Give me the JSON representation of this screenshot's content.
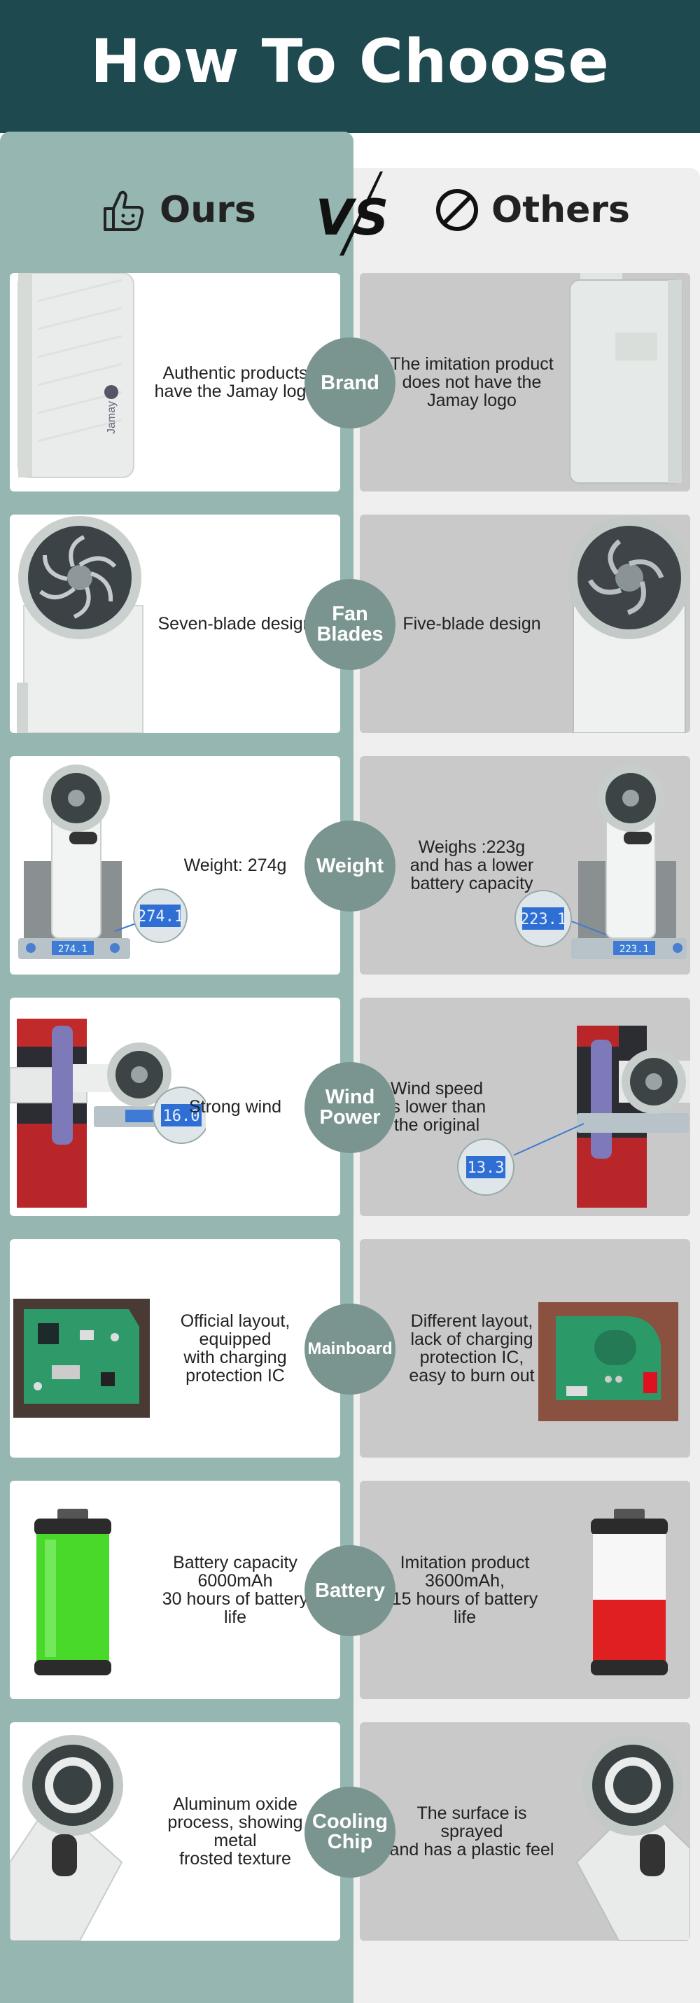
{
  "title": "How To Choose",
  "columns": {
    "ours": "Ours",
    "others": "Others",
    "vs": "VS"
  },
  "rows": [
    {
      "feature": "Brand",
      "ours": "Authentic products\nhave the Jamay logo",
      "others": "The imitation product\ndoes not have the\nJamay logo",
      "logo_text": "Jamay"
    },
    {
      "feature": "Fan\nBlades",
      "ours": "Seven-blade design",
      "others": "Five-blade design"
    },
    {
      "feature": "Weight",
      "ours": "Weight: 274g",
      "others": "Weighs :223g\nand has a lower\nbattery capacity",
      "ours_scale": "274.1",
      "others_scale": "223.1"
    },
    {
      "feature": "Wind\nPower",
      "ours": "Strong wind",
      "others": "Wind speed\nis lower than\nthe original",
      "ours_meter": "16.0",
      "others_meter": "13.3"
    },
    {
      "feature": "Mainboard",
      "ours": "Official layout,\nequipped\nwith charging\nprotection IC",
      "others": "Different layout,\nlack of charging\nprotection IC,\neasy to burn out"
    },
    {
      "feature": "Battery",
      "ours": "Battery capacity\n6000mAh\n30 hours of battery life",
      "others": "Imitation product\n3600mAh,\n15 hours of battery life"
    },
    {
      "feature": "Cooling\nChip",
      "ours": "Aluminum oxide\nprocess, showing metal\nfrosted texture",
      "others": "The surface is sprayed\nand has a plastic feel"
    }
  ],
  "colors": {
    "header": "#1e4a4f",
    "ours_column": "#96b7b1",
    "badge": "#7a958f",
    "others_card": "#c9c9c9",
    "ours_card": "#ffffff"
  },
  "icons": {
    "ours": "thumbs-up-smile-icon",
    "others": "prohibited-icon"
  }
}
